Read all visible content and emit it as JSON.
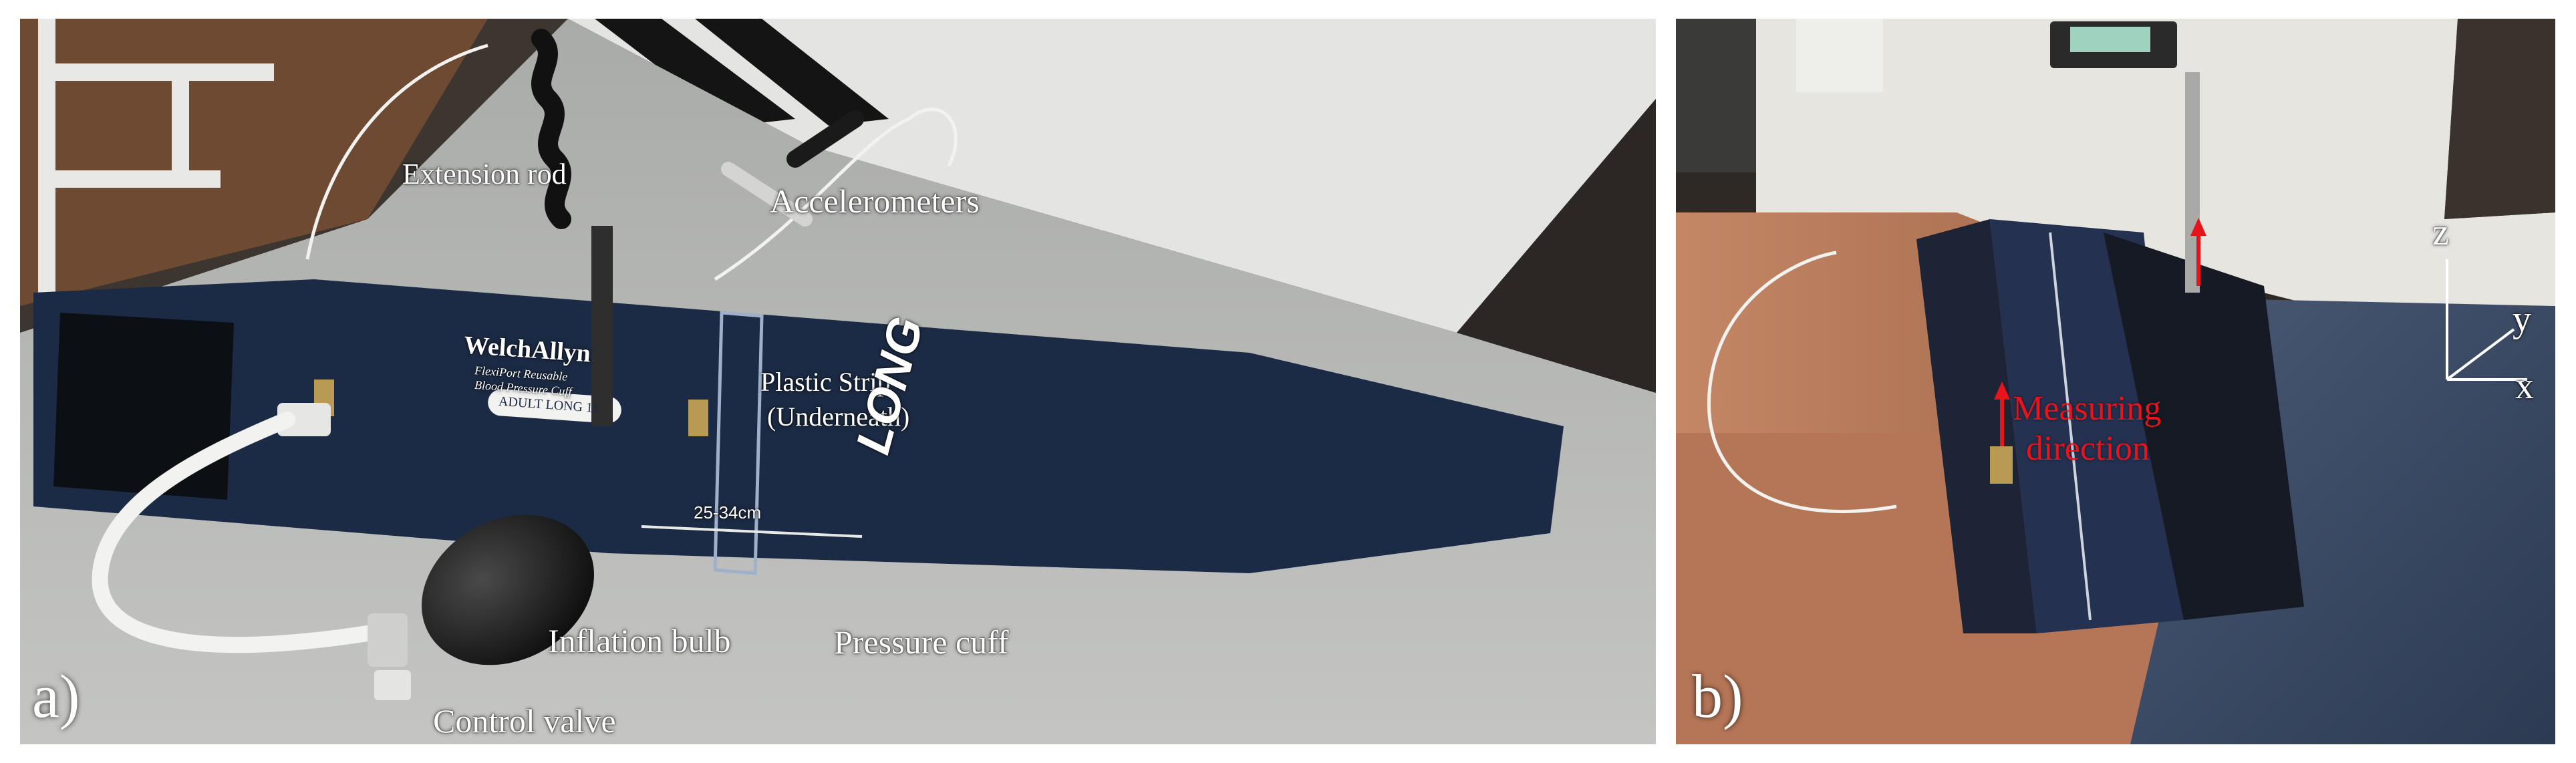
{
  "panel_a": {
    "tag": "a)",
    "labels": {
      "extension_rod": "Extension rod",
      "accelerometers": "Accelerometers",
      "plastic_strip_1": "Plastic Strip",
      "plastic_strip_2": "(Underneath)",
      "inflation_bulb": "Inflation bulb",
      "control_valve": "Control valve",
      "pressure_cuff": "Pressure cuff"
    },
    "cuff_print": {
      "brand": "WelchAllyn",
      "product_1": "FlexiPort Reusable",
      "product_2": "Blood Pressure Cuff",
      "size_pill": "ADULT LONG 11",
      "long": "LONG",
      "range": "25-34cm"
    }
  },
  "panel_b": {
    "tag": "b)",
    "measuring_1": "Measuring",
    "measuring_2": "direction",
    "axes": {
      "z": "z",
      "y": "y",
      "x": "x"
    }
  },
  "colors": {
    "cuff_navy": "#1c2b45",
    "annotation_red": "#e8141c",
    "table_grey": "#b9bab8"
  }
}
